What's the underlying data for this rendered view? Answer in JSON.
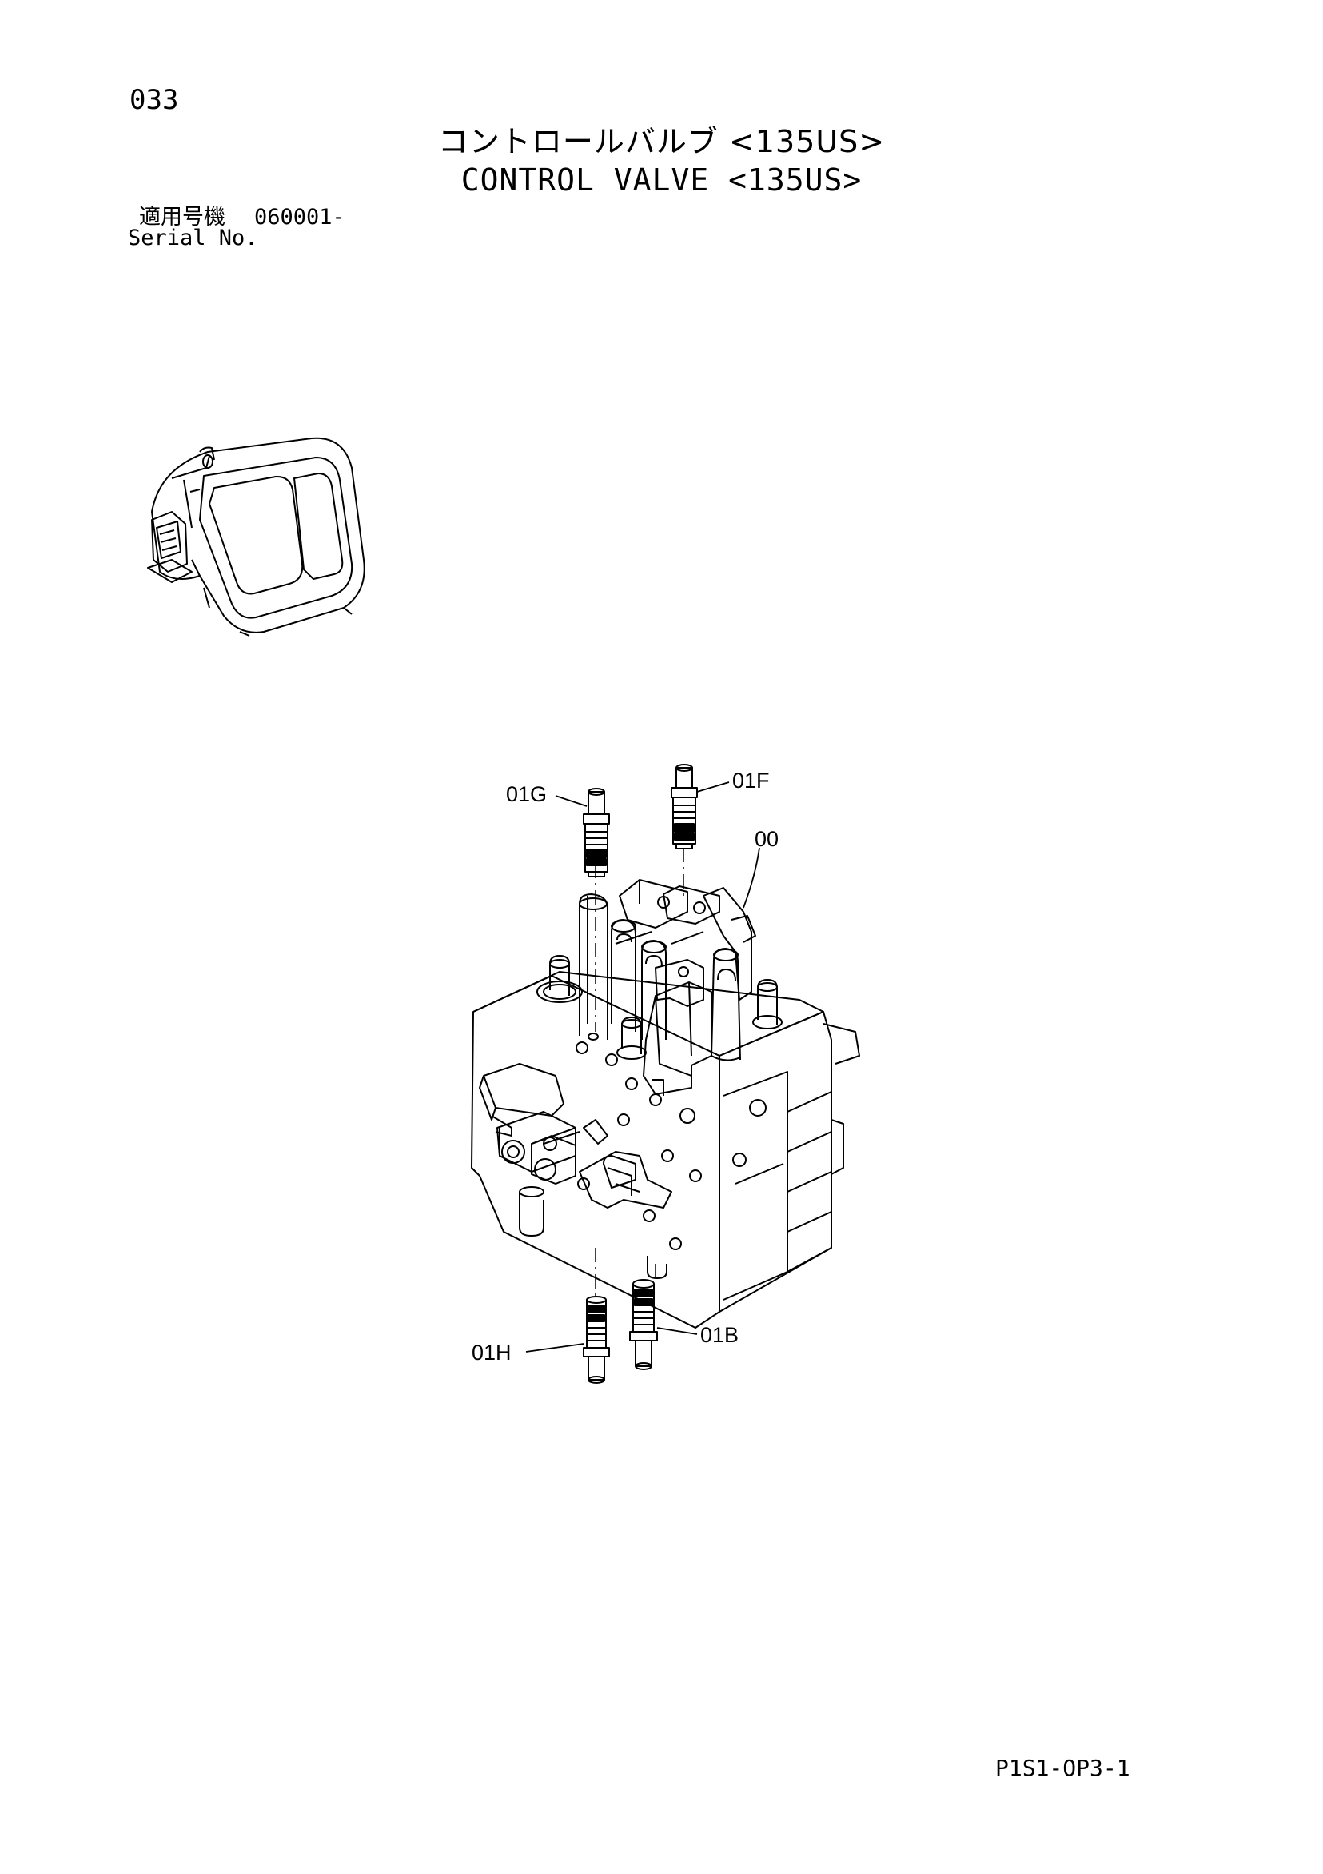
{
  "header": {
    "page_number": "033",
    "title_jp": "コントロールバルブ <135US>",
    "title_en": "CONTROL VALVE <135US>",
    "serial_label_jp": "適用号機",
    "serial_value": "060001-",
    "serial_label_en": "Serial No."
  },
  "diagram": {
    "callouts": {
      "g": "01G",
      "f": "01F",
      "assembly": "00",
      "h": "01H",
      "b": "01B"
    }
  },
  "footer": {
    "page_code": "P1S1-OP3-1"
  }
}
